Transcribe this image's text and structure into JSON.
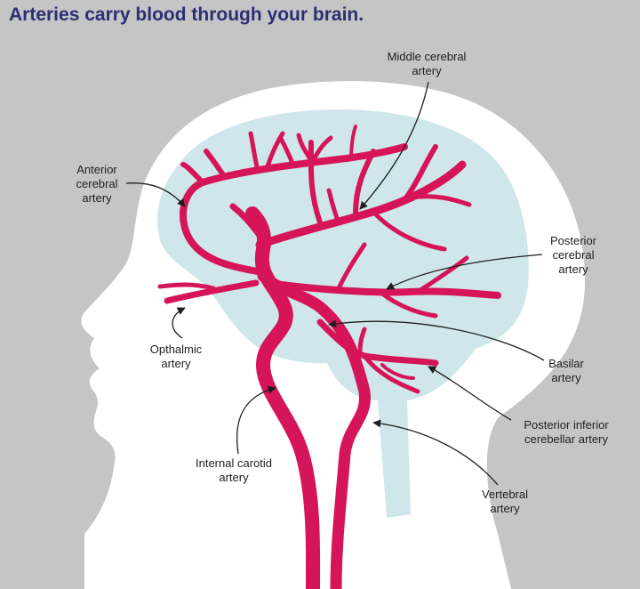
{
  "title": "Arteries carry blood through your brain.",
  "colors": {
    "background": "#c5c5c6",
    "head": "#ffffff",
    "brain": "#cfe6ea",
    "artery": "#d6145a",
    "title": "#2b2f73",
    "label": "#1e1e1e"
  },
  "labels": {
    "middle_cerebral": [
      "Middle cerebral",
      "artery"
    ],
    "anterior_cerebral": [
      "Anterior",
      "cerebral",
      "artery"
    ],
    "posterior_cerebral": [
      "Posterior",
      "cerebral",
      "artery"
    ],
    "opthalmic": [
      "Opthalmic",
      "artery"
    ],
    "basilar": [
      "Basilar",
      "artery"
    ],
    "posterior_inferior_cerebellar": [
      "Posterior inferior",
      "cerebellar artery"
    ],
    "internal_carotid": [
      "Internal carotid",
      "artery"
    ],
    "vertebral": [
      "Vertebral",
      "artery"
    ]
  }
}
